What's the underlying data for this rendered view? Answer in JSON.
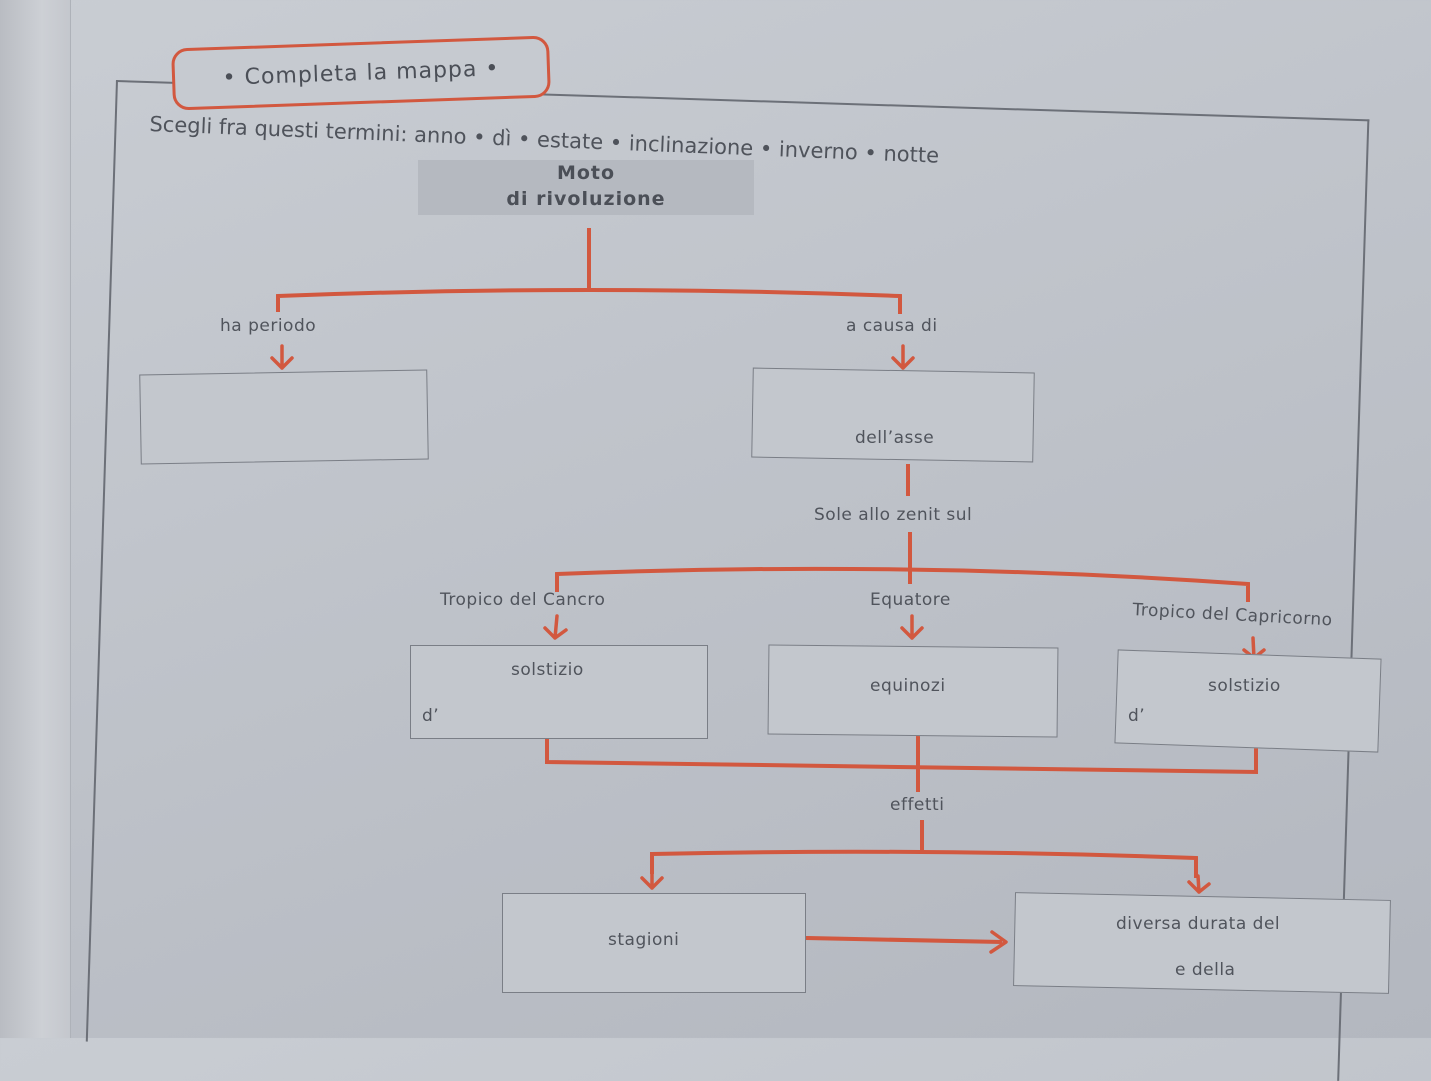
{
  "title": "• Completa la mappa •",
  "instructions": "Scegli fra questi termini: anno • dì • estate • inclinazione • inverno • notte",
  "root": {
    "line1": "Moto",
    "line2": "di rivoluzione"
  },
  "branches": {
    "left_label": "ha periodo",
    "right_label": "a causa di",
    "right_box_text": "dell’asse"
  },
  "zenith_label": "Sole allo zenit sul",
  "tropics": {
    "cancer": {
      "label": "Tropico del Cancro",
      "box_line1": "solstizio",
      "box_line2": "d’"
    },
    "equator": {
      "label": "Equatore",
      "box_line1": "equinozi"
    },
    "capricorn": {
      "label": "Tropico del Capricorno",
      "box_line1": "solstizio",
      "box_line2": "d’"
    }
  },
  "effects_label": "effetti",
  "results": {
    "left_box": "stagioni",
    "right_box_line1": "diversa durata del",
    "right_box_line2": "e della"
  },
  "colors": {
    "accent": "#d2583f",
    "text": "#4b4f57",
    "box_border": "#7a7e86"
  }
}
